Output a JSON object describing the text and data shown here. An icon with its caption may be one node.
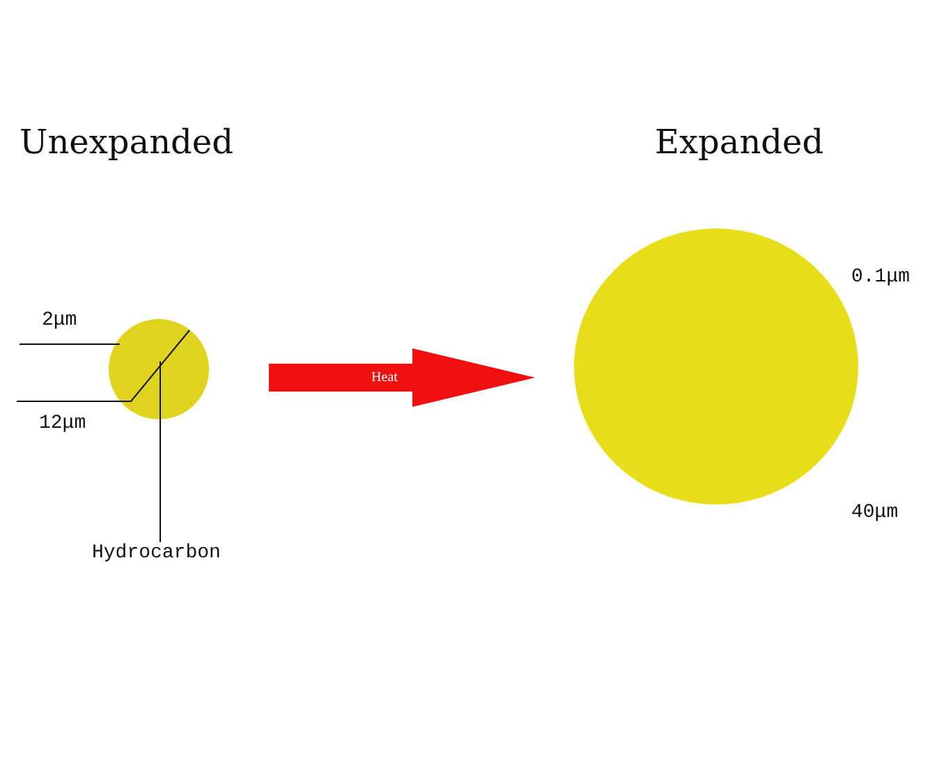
{
  "diagram": {
    "nodes": [
      {
        "text": [],
        "shape": "circle"
      },
      {
        "text": [],
        "shape": "circle"
      },
      {
        "text": [
          "Hydrocarbon"
        ]
      }
    ],
    "edges": [
      {
        "from": 0,
        "to": 1,
        "arrow": "to",
        "label": "Heat",
        "style": "thick",
        "color": "#f01010"
      },
      {
        "from": 2,
        "to": 0,
        "arrow": "none",
        "color": "#111111"
      }
    ],
    "labels": [
      "Unexpanded",
      "Expanded",
      "2μm",
      "12μm",
      "0.1μm",
      "40μm"
    ]
  }
}
